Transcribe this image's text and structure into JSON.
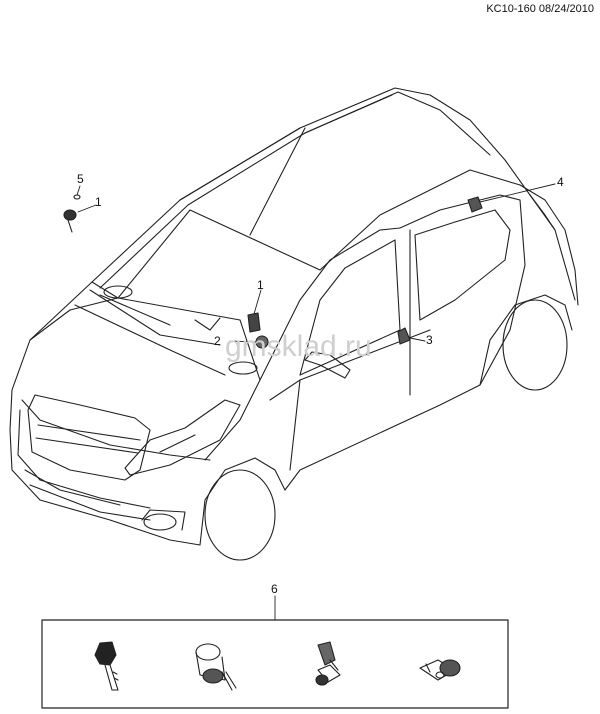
{
  "header": {
    "reference": "KC10-160 08/24/2010"
  },
  "watermark": "gmsklad.ru",
  "callouts": {
    "c5": "5",
    "c1_top": "1",
    "c1_center": "1",
    "c2": "2",
    "c3": "3",
    "c4": "4",
    "c6": "6"
  },
  "kit_parts": [
    {
      "name": "key-icon"
    },
    {
      "name": "ignition-lock-cylinder-icon"
    },
    {
      "name": "door-lock-cylinder-icon"
    },
    {
      "name": "tailgate-lock-cylinder-icon"
    }
  ]
}
